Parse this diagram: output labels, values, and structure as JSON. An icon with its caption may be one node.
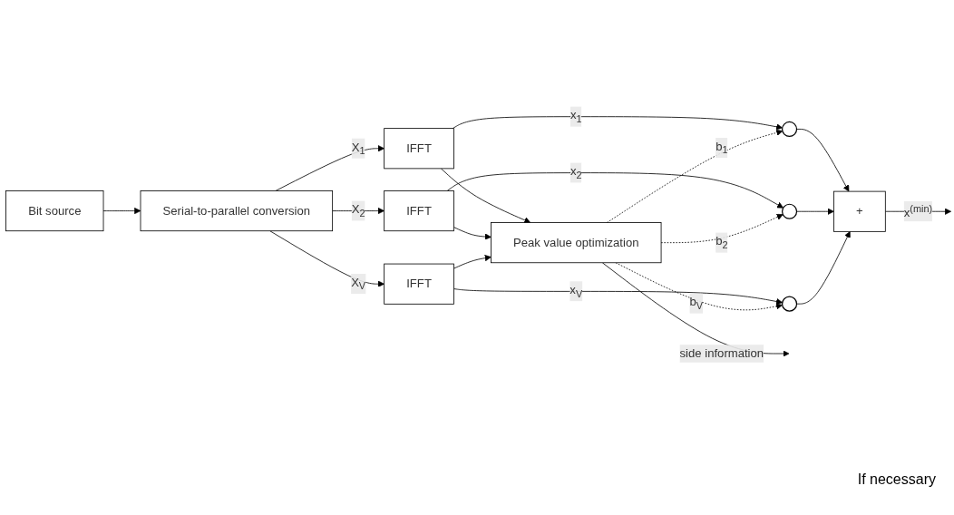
{
  "diagram": {
    "nodes": [
      {
        "text": [
          "Serial-to-parallel conversion"
        ]
      },
      {
        "text": [
          "Bit source"
        ]
      },
      {
        "text": [
          "IFFT"
        ]
      },
      {
        "text": [
          "IFFT"
        ]
      },
      {
        "text": [
          "IFFT"
        ]
      },
      {
        "text": [],
        "shape": "circle"
      },
      {
        "text": [],
        "shape": "circle"
      },
      {
        "text": [],
        "shape": "circle"
      },
      {
        "text": [
          "+"
        ]
      },
      {
        "text": [
          "Peak value optimization"
        ]
      }
    ],
    "edges": [
      {
        "from": 1,
        "to": 0,
        "arrow": "to"
      },
      {
        "from": 0,
        "to": 2,
        "arrow": "to",
        "label": "X$_{1}$"
      },
      {
        "from": 0,
        "to": 3,
        "arrow": "to",
        "label": "X$_{2}$"
      },
      {
        "from": 0,
        "to": 4,
        "arrow": "to",
        "label": "X$_{V}$"
      },
      {
        "from": 2,
        "to": 5,
        "arrow": "to",
        "label": "x$_{1}$"
      },
      {
        "from": 3,
        "to": 6,
        "arrow": "to",
        "label": "x$_{2}$"
      },
      {
        "from": 4,
        "to": 7,
        "arrow": "to",
        "label": "x$_{V}$"
      },
      {
        "from": 2,
        "to": 9,
        "arrow": "to"
      },
      {
        "from": 3,
        "to": 9,
        "arrow": "to"
      },
      {
        "from": 4,
        "to": 9,
        "arrow": "to"
      },
      {
        "from": 9,
        "to": 5,
        "arrow": "to",
        "label": "b$_{1}$",
        "style": "dashed"
      },
      {
        "from": 9,
        "to": 6,
        "arrow": "to",
        "label": "b$_{2}$",
        "style": "dashed"
      },
      {
        "from": 9,
        "to": 7,
        "arrow": "to",
        "label": "b$_{V}$",
        "style": "dashed"
      },
      {
        "from": 5,
        "to": 8,
        "arrow": "to"
      },
      {
        "from": 6,
        "to": 8,
        "arrow": "to"
      },
      {
        "from": 7,
        "to": 8,
        "arrow": "to"
      },
      {
        "from": 8,
        "to": null,
        "arrow": "to",
        "label": "x$^{(min)}$"
      },
      {
        "from": 9,
        "to": null,
        "arrow": "to",
        "label": "side information"
      }
    ],
    "labels": [
      "If necessary"
    ]
  }
}
